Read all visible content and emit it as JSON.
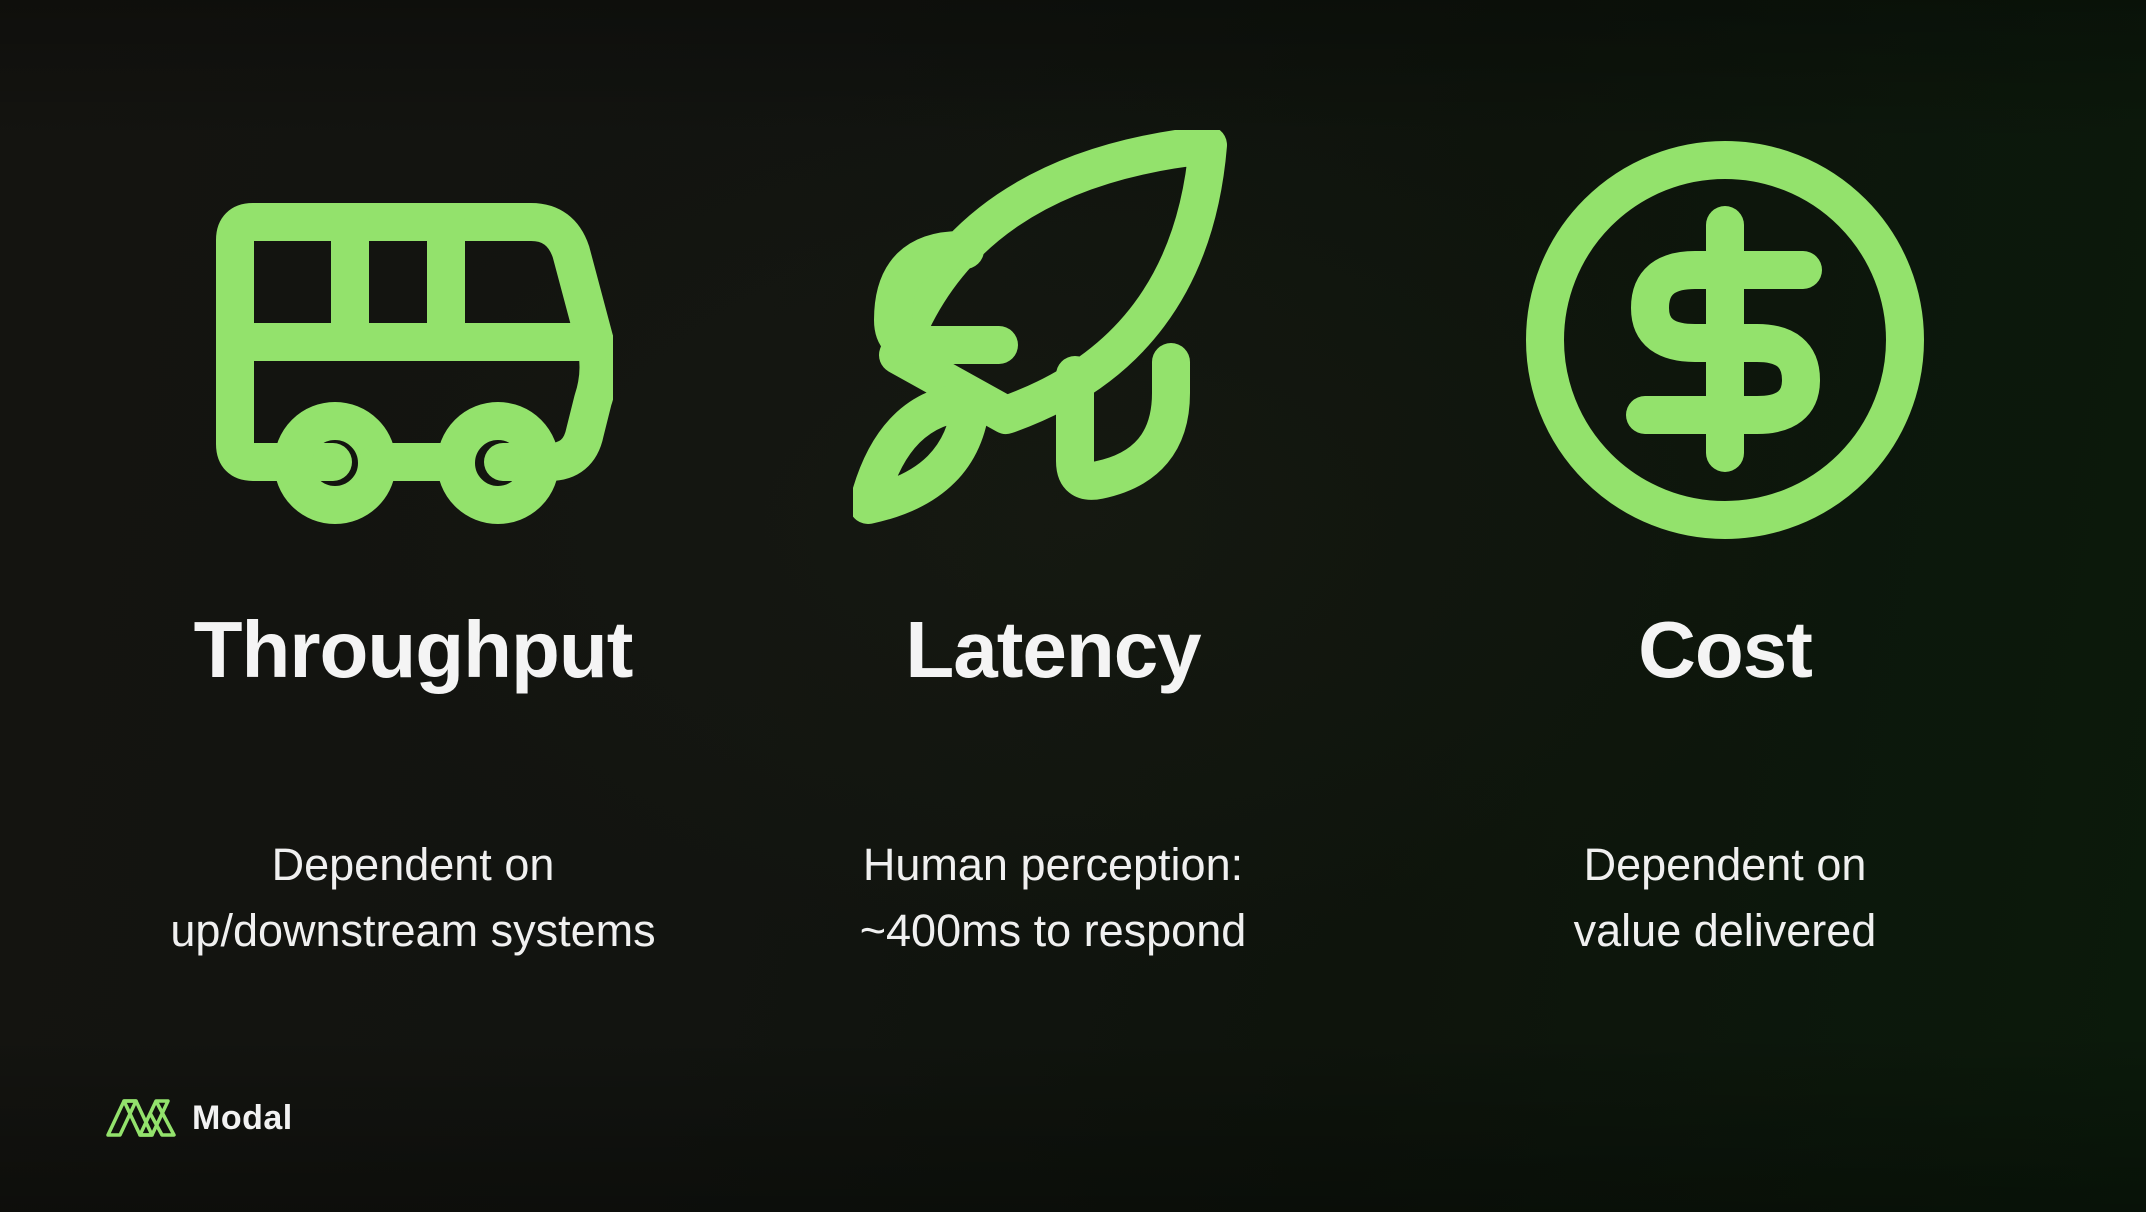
{
  "colors": {
    "accent": "#93e26c",
    "text": "#f4f4f4",
    "background": "#121410"
  },
  "columns": [
    {
      "icon": "bus-icon",
      "title": "Throughput",
      "description": [
        "Dependent on",
        "up/downstream systems"
      ]
    },
    {
      "icon": "rocket-icon",
      "title": "Latency",
      "description": [
        "Human perception:",
        "~400ms to respond"
      ]
    },
    {
      "icon": "dollar-coin-icon",
      "title": "Cost",
      "description": [
        "Dependent on",
        "value delivered"
      ]
    }
  ],
  "brand": {
    "logo_icon": "modal-logo-icon",
    "name": "Modal"
  }
}
